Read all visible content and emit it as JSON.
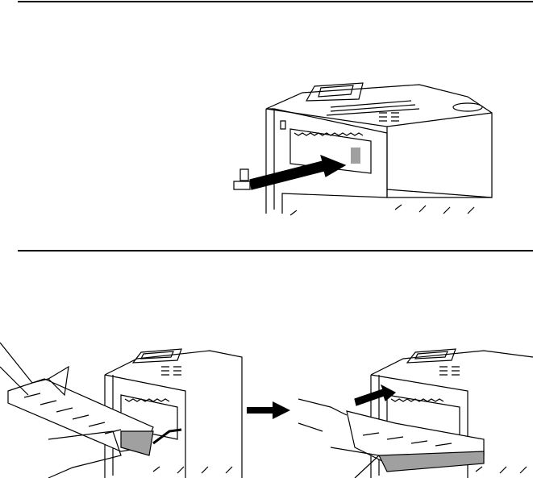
{
  "colors": {
    "ink": "#000000",
    "paper": "#ffffff",
    "shade": "#a0a0a0"
  },
  "icons": [
    "fax-machine-illustration",
    "paper-guide-illustration",
    "paper-tray-insert-illustration",
    "paper-tray-attached-illustration",
    "right-arrow-icon"
  ]
}
